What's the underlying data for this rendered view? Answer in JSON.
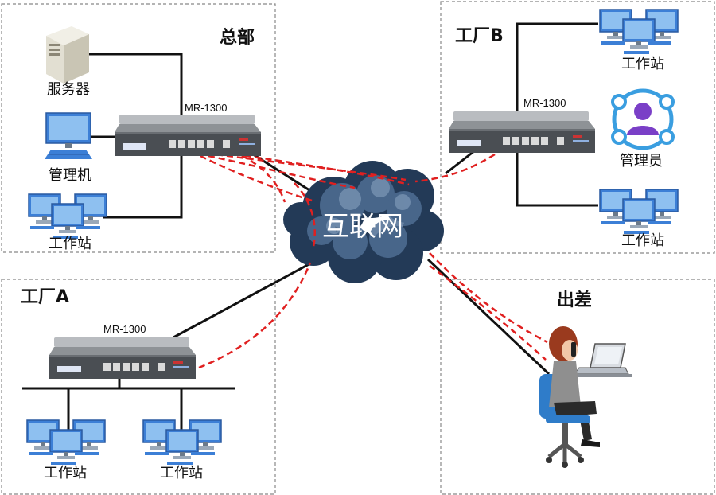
{
  "internet": {
    "label": "互联网"
  },
  "headquarters": {
    "title": "总部",
    "router_model": "MR-1300",
    "server_label": "服务器",
    "admin_pc_label": "管理机",
    "workstation_label": "工作站"
  },
  "factory_a": {
    "title": "工厂A",
    "router_model": "MR-1300",
    "workstation_labels": [
      "工作站",
      "工作站"
    ]
  },
  "factory_b": {
    "title": "工厂B",
    "router_model": "MR-1300",
    "workstation_labels": [
      "工作站",
      "工作站"
    ],
    "admin_label": "管理员"
  },
  "business_trip": {
    "title": "出差"
  },
  "colors": {
    "vpn_tunnel": "#e02020",
    "cable": "#111111",
    "zone_border": "#888888",
    "cloud": "#2b4666",
    "admin_ring": "#3a9ee0",
    "admin_person": "#7a3fc7"
  },
  "icons": {
    "server": "server-tower-icon",
    "pc": "desktop-computer-icon",
    "workstations": "workstation-group-icon",
    "router": "router-device-icon",
    "admin": "administrator-icon",
    "traveler": "mobile-worker-icon"
  }
}
